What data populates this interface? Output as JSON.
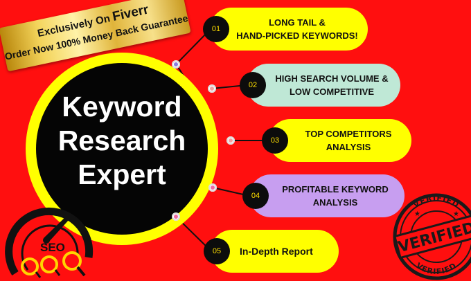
{
  "banner": {
    "line1_prefix": "Exclusively On",
    "line1_brand": "Fiverr",
    "line2": "Order Now 100% Money Back Guarantee"
  },
  "title": {
    "line1": "Keyword",
    "line2": "Research",
    "line3": "Expert"
  },
  "features": [
    {
      "num": "01",
      "line1": "LONG TAIL &",
      "line2": "HAND-PICKED KEYWORDS!"
    },
    {
      "num": "02",
      "line1": "HIGH SEARCH VOLUME &",
      "line2": "LOW COMPETITIVE"
    },
    {
      "num": "03",
      "line1": "TOP COMPETITORS",
      "line2": "ANALYSIS"
    },
    {
      "num": "04",
      "line1": "PROFITABLE KEYWORD",
      "line2": "ANALYSIS"
    },
    {
      "num": "05",
      "line1": "In-Depth Report",
      "line2": ""
    }
  ],
  "seo_logo": {
    "label": "SEO"
  },
  "stamp": {
    "center": "VERIFIED",
    "ring_top": "VERIFIED",
    "ring_bottom": "VERIFIED"
  },
  "colors": {
    "background": "#ff0f0f",
    "accent": "#ffff00",
    "dark": "#050505"
  },
  "icons": [
    "speedometer-icon",
    "magnifier-icon",
    "verified-stamp-icon"
  ]
}
